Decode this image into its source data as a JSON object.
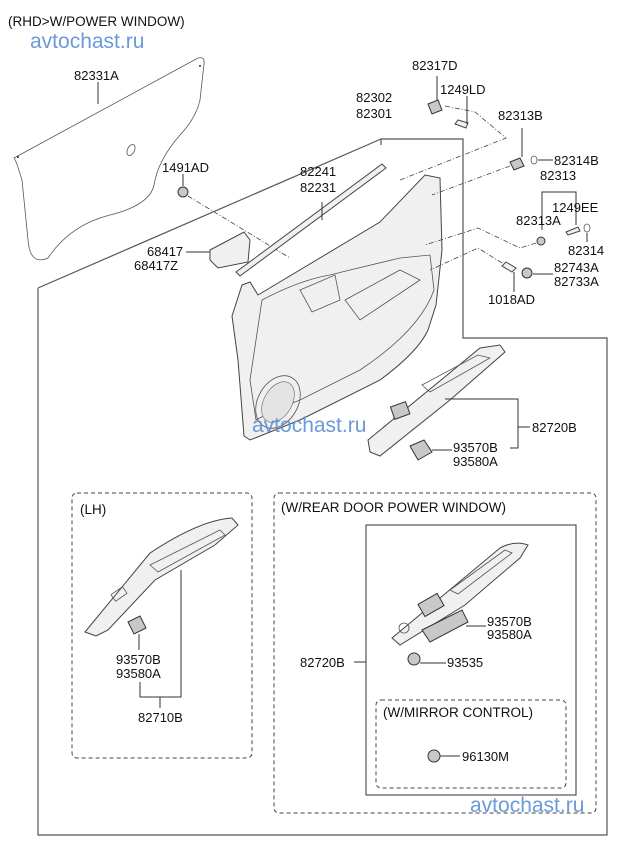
{
  "diagram": {
    "title": "(RHD>W/POWER WINDOW)",
    "watermark": "avtochast.ru",
    "callouts": {
      "p82331A": "82331A",
      "p82317D": "82317D",
      "p1249LD": "1249LD",
      "p82302": "82302",
      "p82301": "82301",
      "p82313B": "82313B",
      "p82314B": "82314B",
      "p82313": "82313",
      "p1249EE": "1249EE",
      "p82313A": "82313A",
      "p82314": "82314",
      "p82743A": "82743A",
      "p82733A": "82733A",
      "p1018AD": "1018AD",
      "p1491AD": "1491AD",
      "p82241": "82241",
      "p82231": "82231",
      "p68417": "68417",
      "p68417Z": "68417Z",
      "p82720B": "82720B",
      "p93570B": "93570B",
      "p93580A": "93580A"
    },
    "insets": {
      "lh": {
        "title": "(LH)",
        "p93570B": "93570B",
        "p93580A": "93580A",
        "p82710B": "82710B"
      },
      "rear": {
        "title": "(W/REAR DOOR POWER WINDOW)",
        "p93570B": "93570B",
        "p93580A": "93580A",
        "p82720B": "82720B",
        "p93535": "93535"
      },
      "mirror": {
        "title": "(W/MIRROR CONTROL)",
        "p96130M": "96130M"
      }
    }
  }
}
